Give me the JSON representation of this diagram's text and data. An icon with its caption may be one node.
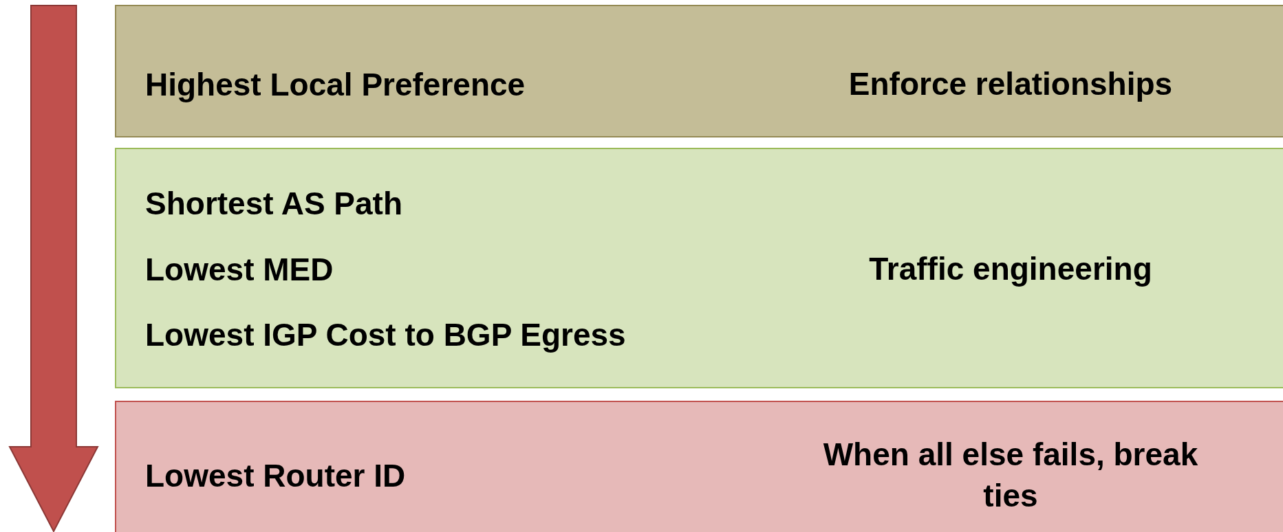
{
  "diagram": {
    "nodes": [
      {
        "text": [
          "Highest Local Preference",
          "Enforce relationships"
        ]
      },
      {
        "text": [
          "Shortest AS Path",
          "Lowest MED",
          "Lowest IGP Cost to BGP Egress",
          "Traffic engineering"
        ]
      },
      {
        "text": [
          "Lowest Router ID",
          "When all else fails, break ties"
        ]
      }
    ],
    "edges": []
  }
}
